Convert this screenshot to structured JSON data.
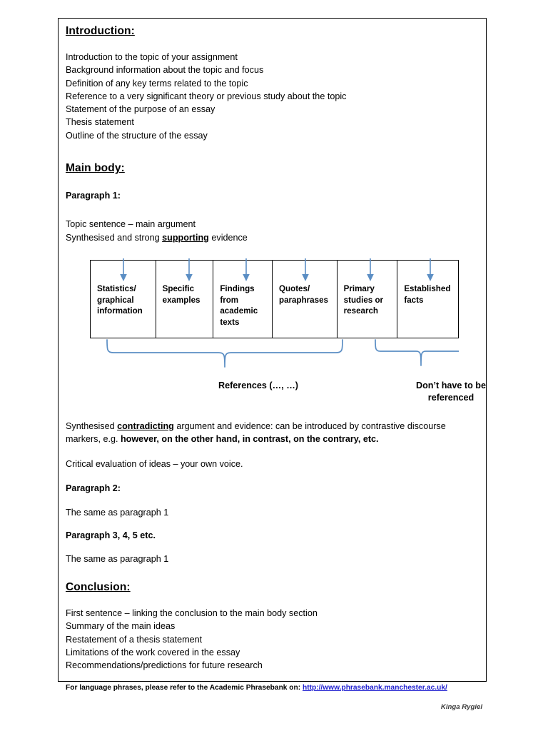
{
  "document": {
    "sections": {
      "introduction": {
        "heading": "Introduction:",
        "items": [
          "Introduction to the topic of your assignment",
          "Background information about the topic and focus",
          "Definition of any key terms related to the topic",
          "Reference to a very significant theory or previous study about the topic",
          "Statement of the purpose of an essay",
          "Thesis statement",
          "Outline of the structure of the essay"
        ]
      },
      "main_body": {
        "heading": "Main body:",
        "paragraph1_label": "Paragraph 1:",
        "topic_sentence": "Topic sentence – main argument",
        "synthesised_prefix": "Synthesised and strong ",
        "synthesised_emphasis": "supporting",
        "synthesised_suffix": " evidence",
        "contradicting_prefix": "Synthesised ",
        "contradicting_emphasis": "contradicting",
        "contradicting_middle": " argument and evidence: can be introduced by contrastive discourse markers, e.g. ",
        "contradicting_markers": "however, on the other hand, in contrast, on the contrary, etc.",
        "critical_evaluation": "Critical evaluation of ideas – your own voice.",
        "paragraph2_label": "Paragraph 2:",
        "paragraph2_text": "The same as paragraph 1",
        "paragraph345_label": "Paragraph 3, 4, 5 etc.",
        "paragraph345_text": "The same as paragraph 1"
      },
      "conclusion": {
        "heading": "Conclusion:",
        "items": [
          "First sentence – linking the conclusion to the main body section",
          "Summary of the main ideas",
          "Restatement of a thesis statement",
          "Limitations of the work covered in the essay",
          "Recommendations/predictions for future research"
        ]
      }
    },
    "evidence_diagram": {
      "boxes": [
        "Statistics/ graphical information",
        "Specific examples",
        "Findings from academic texts",
        "Quotes/ paraphrases",
        "Primary studies or research",
        "Established facts"
      ],
      "brace_left_caption": "References (…, …)",
      "brace_right_caption": "Don’t have to be referenced",
      "accent_color": "#5B8EC4"
    },
    "footer": {
      "note_prefix": "For language phrases, please refer to the Academic Phrasebank on:",
      "link_text": "http://www.phrasebank.manchester.ac.uk/",
      "signature": "Kinga Rygiel"
    }
  }
}
